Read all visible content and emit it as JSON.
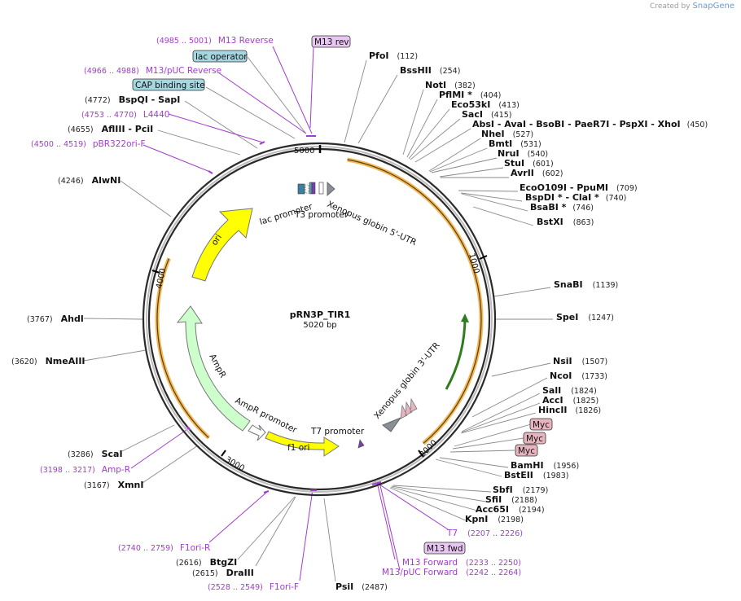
{
  "credit": {
    "prefix": "Created by",
    "brand": "SnapGene"
  },
  "plasmid": {
    "name": "pRN3P_TIR1",
    "size_label": "5020 bp",
    "length": 5020
  },
  "ticks": [
    "1000",
    "2000",
    "3000",
    "4000",
    "5000"
  ],
  "enzymes": [
    {
      "name": "PfoI",
      "pos": "(112)"
    },
    {
      "name": "BssHII",
      "pos": "(254)"
    },
    {
      "name": "NotI",
      "pos": "(382)"
    },
    {
      "name": "PflMI *",
      "pos": "(404)"
    },
    {
      "name": "Eco53kI",
      "pos": "(413)"
    },
    {
      "name": "SacI",
      "pos": "(415)"
    },
    {
      "name": "AbsI  - AvaI  - BsoBI  - PaeR7I  - PspXI  - XhoI",
      "pos": "(450)"
    },
    {
      "name": "NheI",
      "pos": "(527)"
    },
    {
      "name": "BmtI",
      "pos": "(531)"
    },
    {
      "name": "NruI",
      "pos": "(540)"
    },
    {
      "name": "StuI",
      "pos": "(601)"
    },
    {
      "name": "AvrII",
      "pos": "(602)"
    },
    {
      "name": "EcoO109I  - PpuMI",
      "pos": "(709)"
    },
    {
      "name": "BspDI *  - ClaI *",
      "pos": "(740)"
    },
    {
      "name": "BsaBI *",
      "pos": "(746)"
    },
    {
      "name": "BstXI",
      "pos": "(863)"
    },
    {
      "name": "SnaBI",
      "pos": "(1139)"
    },
    {
      "name": "SpeI",
      "pos": "(1247)"
    },
    {
      "name": "NsiI",
      "pos": "(1507)"
    },
    {
      "name": "NcoI",
      "pos": "(1733)"
    },
    {
      "name": "SalI",
      "pos": "(1824)"
    },
    {
      "name": "AccI",
      "pos": "(1825)"
    },
    {
      "name": "HincII",
      "pos": "(1826)"
    },
    {
      "name": "BamHI",
      "pos": "(1956)"
    },
    {
      "name": "BstEII",
      "pos": "(1983)"
    },
    {
      "name": "SbfI",
      "pos": "(2179)"
    },
    {
      "name": "SfiI",
      "pos": "(2188)"
    },
    {
      "name": "Acc65I",
      "pos": "(2194)"
    },
    {
      "name": "KpnI",
      "pos": "(2198)"
    },
    {
      "name": "PsiI",
      "pos": "(2487)"
    },
    {
      "name": "DraIII",
      "pos": "(2615)"
    },
    {
      "name": "BtgZI",
      "pos": "(2616)"
    },
    {
      "name": "XmnI",
      "pos": "(3167)"
    },
    {
      "name": "ScaI",
      "pos": "(3286)"
    },
    {
      "name": "NmeAIII",
      "pos": "(3620)"
    },
    {
      "name": "AhdI",
      "pos": "(3767)"
    },
    {
      "name": "AlwNI",
      "pos": "(4246)"
    },
    {
      "name": "AflIII  - PciI",
      "pos": "(4655)"
    },
    {
      "name": "BspQI  - SapI",
      "pos": "(4772)"
    }
  ],
  "primers": [
    {
      "name": "M13 Reverse",
      "range": "(4985 .. 5001)"
    },
    {
      "name": "M13/pUC Reverse",
      "range": "(4966 .. 4988)"
    },
    {
      "name": "L4440",
      "range": "(4753 .. 4770)"
    },
    {
      "name": "pBR322ori-F",
      "range": "(4500 .. 4519)"
    },
    {
      "name": "T7",
      "range": "(2207 .. 2226)"
    },
    {
      "name": "M13 Forward",
      "range": "(2233 .. 2250)"
    },
    {
      "name": "M13/pUC Forward",
      "range": "(2242 .. 2264)"
    },
    {
      "name": "F1ori-F",
      "range": "(2528 .. 2549)"
    },
    {
      "name": "F1ori-R",
      "range": "(2740 .. 2759)"
    },
    {
      "name": "Amp-R",
      "range": "(3198 .. 3217)"
    }
  ],
  "tags": [
    "M13 rev",
    "lac operator",
    "CAP binding site",
    "Myc",
    "Myc",
    "Myc",
    "M13 fwd"
  ],
  "features": [
    "lac promoter",
    "T3 promoter",
    "Xenopus globin 5'-UTR",
    "Xenopus globin 3'-UTR",
    "T7 promoter",
    "f1 ori",
    "AmpR promoter",
    "AmpR",
    "ori"
  ],
  "colors": {
    "primer": "#a23bd0",
    "orf": "#f0a830",
    "ori_arrow": "#ffff00",
    "amp_arrow": "#ccffcc",
    "tag_purple": "#e8c6f2",
    "tag_blue": "#a6d6e0",
    "tag_pink": "#e8b4c0",
    "utr_arrow": "#8a8f96"
  }
}
